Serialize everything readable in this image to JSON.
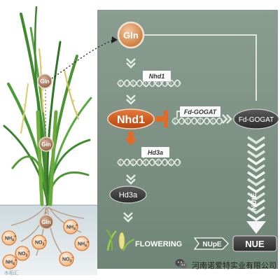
{
  "diagram": {
    "gln_top": "Gln",
    "gln_plant_upper": "Gln",
    "gln_plant_lower": "Gln",
    "gln_root": "Gln",
    "nhd1_gene": "Nhd1",
    "nhd1_protein": "Nhd1",
    "fd_gogat_gene": "Fd-GOGAT",
    "fd_gogat_protein": "Fd-GOGAT",
    "hd3a_gene": "Hd3a",
    "hd3a_protein": "Hd3a",
    "nute": "NUtE",
    "flowering": "FLOWERING",
    "nupe": "NUpE",
    "nue": "NUE",
    "ions": [
      {
        "base": "NH",
        "sub": "4",
        "sup": "+"
      },
      {
        "base": "NH",
        "sub": "4",
        "sup": "+"
      },
      {
        "base": "NO",
        "sub": "3",
        "sup": "−"
      },
      {
        "base": "NH",
        "sub": "4",
        "sup": "+"
      },
      {
        "base": "NO",
        "sub": "3",
        "sup": "−"
      },
      {
        "base": "NO",
        "sub": "3",
        "sup": "−"
      },
      {
        "base": "NH",
        "sub": "4",
        "sup": "+"
      }
    ]
  },
  "watermark": {
    "text": "河南诺爱特实业有限公司",
    "corner_text": "水稻汇"
  },
  "colors": {
    "panel": "#7f9488",
    "nhd1": "#c8541a",
    "dark_node": "#3c3c3c",
    "soil": "#b9c9cf",
    "ion": "#e8883a"
  }
}
